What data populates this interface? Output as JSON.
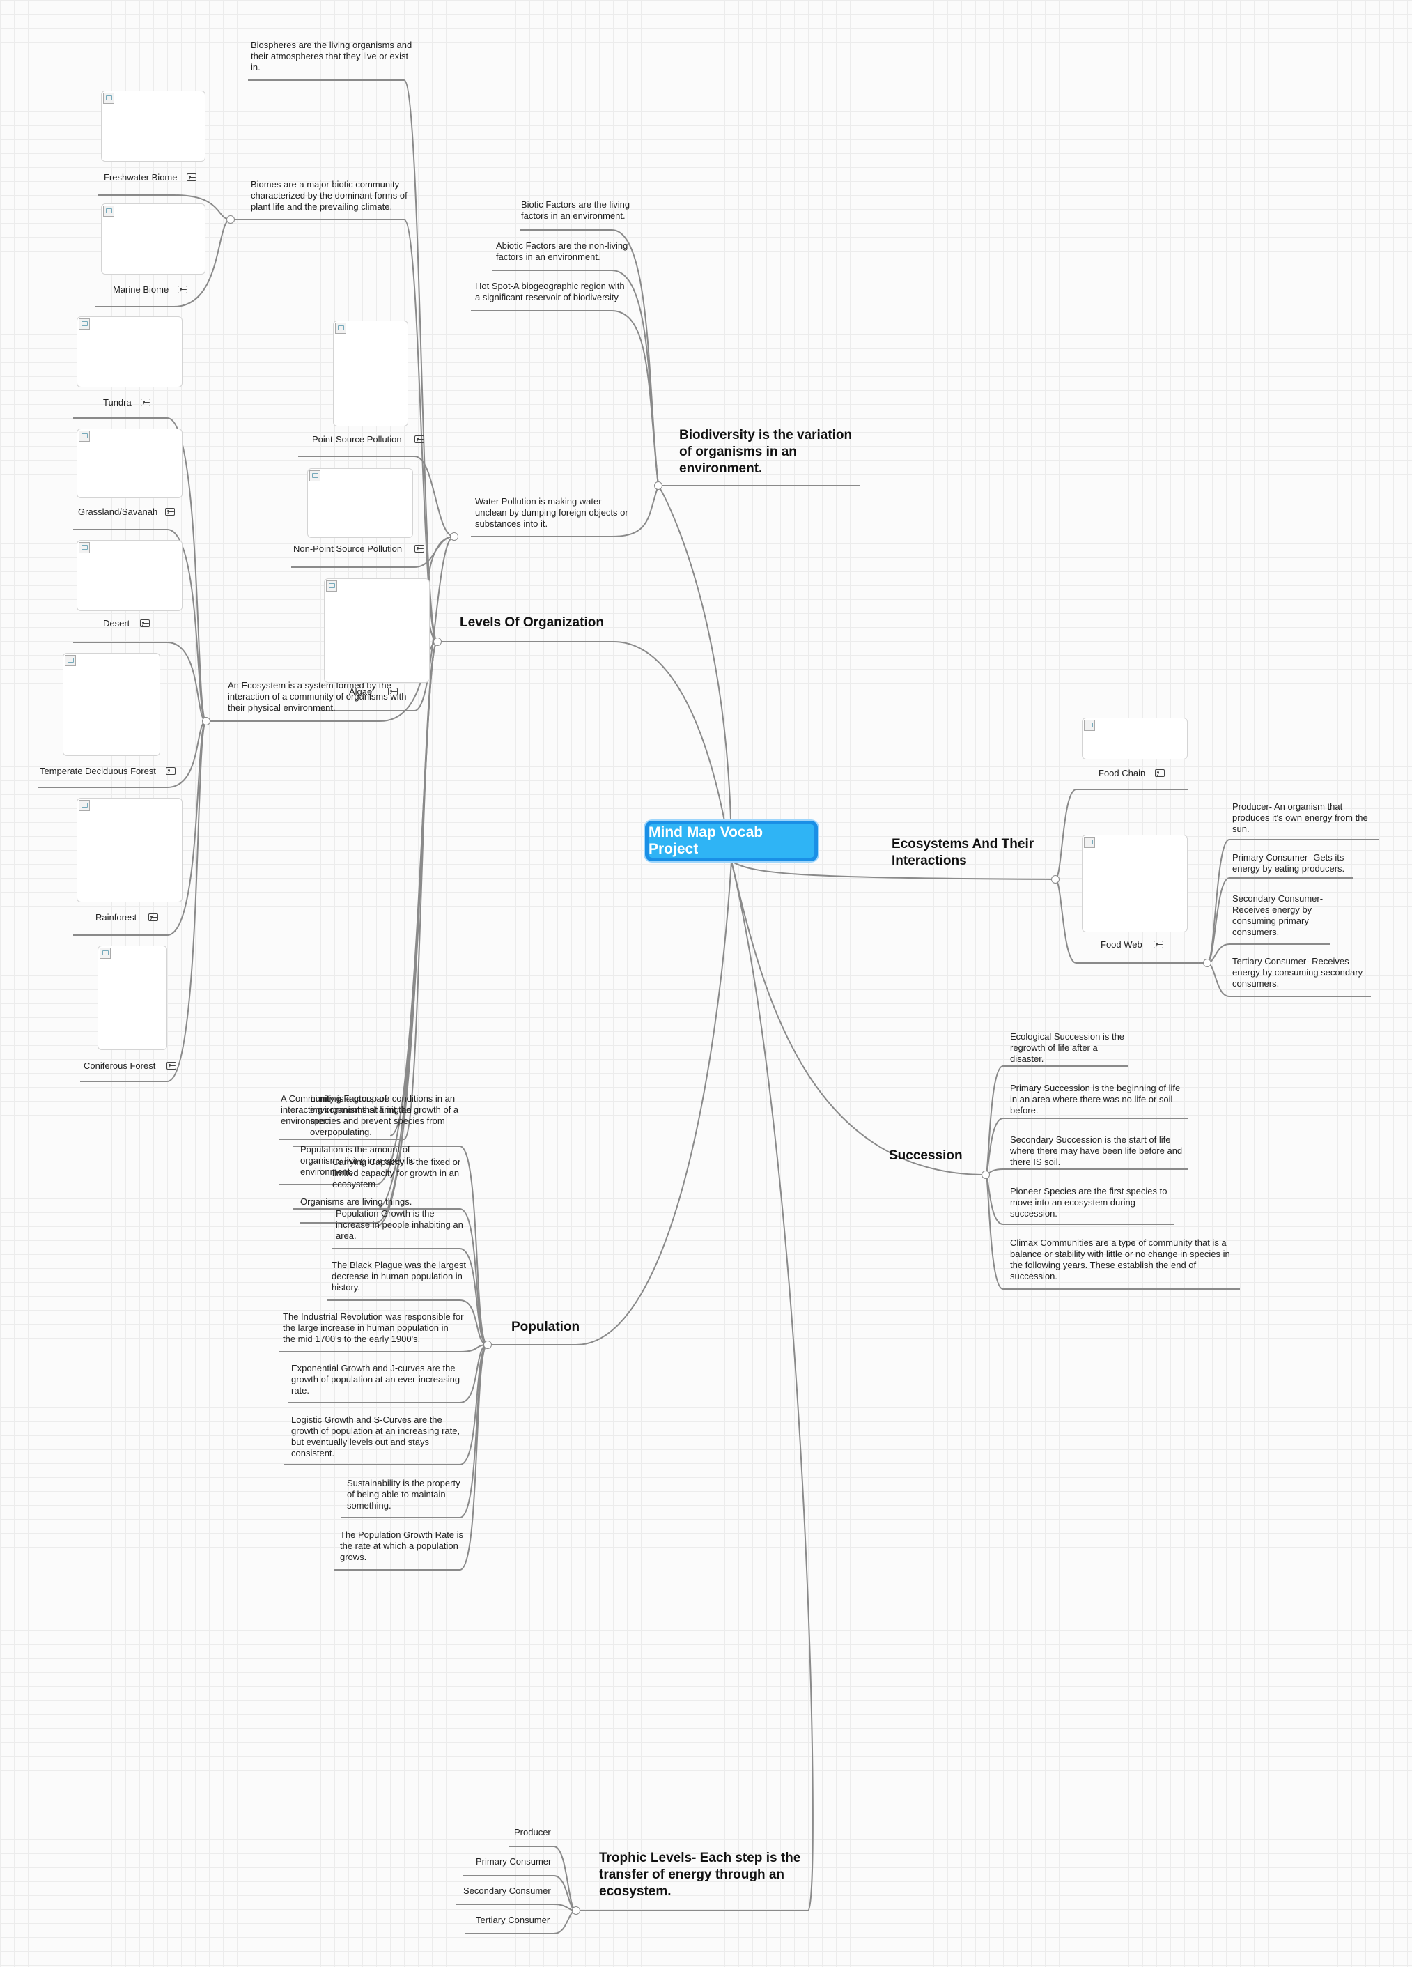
{
  "center": {
    "label": "Mind Map Vocab Project"
  },
  "topics": {
    "biodiversity": "Biodiversity is the variation\nof organisms in an\nenvironment.",
    "levels": "Levels Of Organization",
    "ecosystems": "Ecosystems And Their\nInteractions",
    "succession": "Succession",
    "population": "Population",
    "trophic": "Trophic Levels- Each step is the\ntransfer of energy through an\necosystem."
  },
  "notes": {
    "biospheres": "Biospheres are the living organisms and\ntheir atmospheres that they live or exist\nin.",
    "biomes": "Biomes are a major biotic community\ncharacterized by the dominant forms of\nplant life and the prevailing climate.",
    "biotic": "Biotic Factors are the living\nfactors in an environment.",
    "abiotic": "Abiotic Factors are the non-living\nfactors in an environment.",
    "hotspot": "Hot Spot-A biogeographic region with\na significant reservoir of biodiversity",
    "water": "Water Pollution is making water\nunclean by dumping foreign objects or\nsubstances into it.",
    "ecosystem": "An Ecosystem is a system formed by the\ninteraction of a community of organisms with\ntheir physical environment.",
    "community": "A Community is a group of\ninteracting organisms sharing an\nenvironment.",
    "limiting": "Limiting Factors are conditions in an\nenvironment that limit the growth of a\nspecies and prevent species from\noverpopulating.",
    "population_def": "Population is the amount of\norganisms living in a specific\nenvironment.",
    "carrying": "Carrying Capacity is the fixed or\nlimited capacity for growth in an\necosystem.",
    "organisms": "Organisms are living things.",
    "pop_growth": "Population Growth is the\nincrease in people inhabiting an\narea.",
    "plague": "The Black Plague was the largest\ndecrease in human population in\nhistory.",
    "industrial": "The Industrial Revolution was responsible for\nthe large increase in human population in\nthe mid 1700's to the early 1900's.",
    "exponential": "Exponential Growth and J-curves are the\ngrowth of population at an ever-increasing\nrate.",
    "logistic": "Logistic Growth and S-Curves are the\ngrowth of population at an increasing rate,\nbut eventually levels out and stays\nconsistent.",
    "sustainability": "Sustainability is the property\nof being able to maintain\nsomething.",
    "growth_rate": "The Population Growth Rate is\nthe rate at which a population\ngrows.",
    "ecological": "Ecological Succession is the\nregrowth of life after a\ndisaster.",
    "primary_succ": "Primary Succession is the beginning of life\nin an area where there was no life or soil\nbefore.",
    "secondary_succ": "Secondary Succession is the start of life\nwhere there may have been life before and\nthere IS soil.",
    "pioneer": "Pioneer Species are the first species to\nmove into an ecosystem during\nsuccession.",
    "climax": "Climax Communities are a type of community that is a\nbalance or stability with little or no change in species in\nthe following years.  These establish the end of\nsuccession.",
    "producer": "Producer- An organism that\nproduces it's own energy from the\nsun.",
    "primary_consumer": "Primary Consumer- Gets its\nenergy by eating producers.",
    "secondary_consumer": "Secondary Consumer-\nReceives energy by\nconsuming primary\nconsumers.",
    "tertiary_consumer": "Tertiary Consumer- Receives\nenergy by consuming secondary\nconsumers."
  },
  "trophic_items": [
    "Producer",
    "Primary Consumer",
    "Secondary Consumer",
    "Tertiary Consumer"
  ],
  "image_cards": {
    "freshwater": "Freshwater Biome",
    "marine": "Marine Biome",
    "tundra": "Tundra",
    "grassland": "Grassland/Savanah",
    "desert": "Desert",
    "temperate": "Temperate Deciduous Forest",
    "rainforest": "Rainforest",
    "coniferous": "Coniferous Forest",
    "point_source": "Point-Source Pollution",
    "non_point": "Non-Point Source Pollution",
    "algae": "Algae",
    "food_chain": "Food Chain",
    "food_web": "Food Web"
  },
  "colors": {
    "center_fill": "#2fb4f5",
    "center_border": "#1a8fe6",
    "link": "#8a8a8a"
  }
}
